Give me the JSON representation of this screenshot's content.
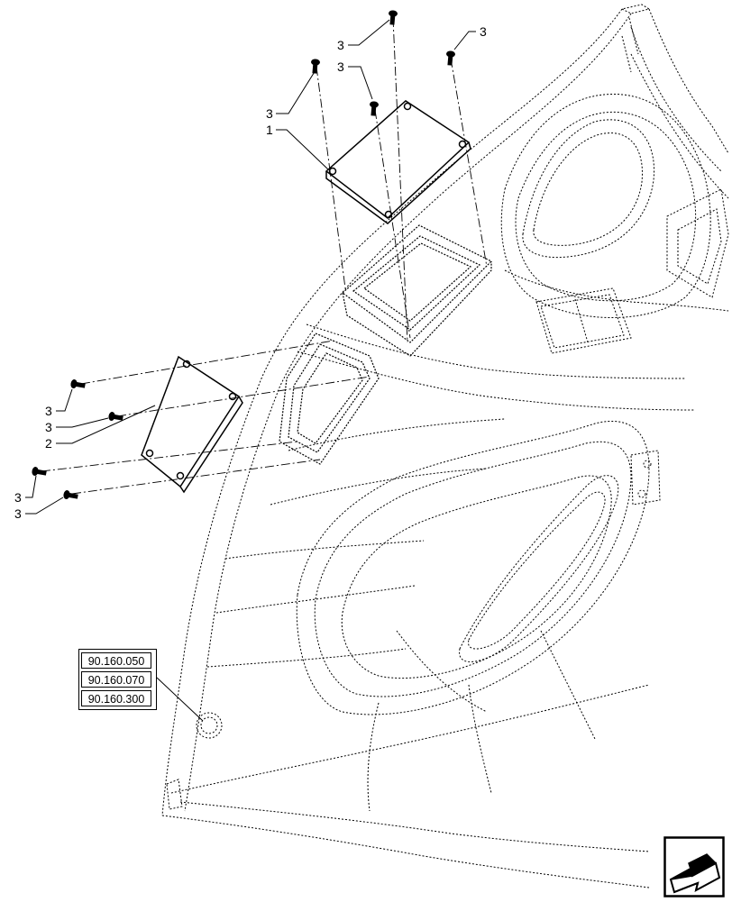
{
  "callouts": {
    "c1": "1",
    "c2": "2",
    "c3": "3"
  },
  "references": [
    "90.160.050",
    "90.160.070",
    "90.160.300"
  ],
  "nav": {
    "icon": "next-page-arrow-icon"
  },
  "colors": {
    "line": "#000000",
    "background": "#ffffff"
  }
}
